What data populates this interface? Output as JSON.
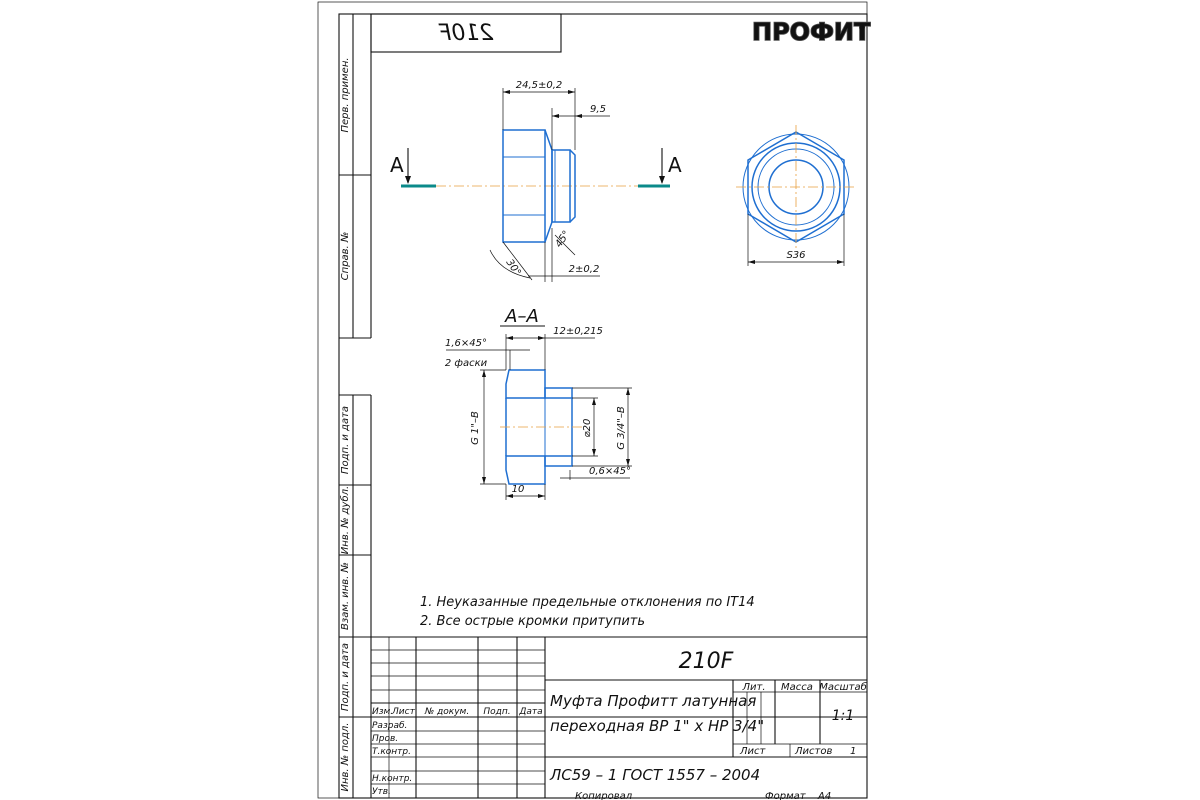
{
  "logo": {
    "text": "ПРОФИТ",
    "registered": "®"
  },
  "mirror_code": "210F",
  "side_columns": [
    "Перв. примен.",
    "Справ. №",
    "Подп. и дата",
    "Инв. № дубл.",
    "Взам. инв. №",
    "Подп. и дата",
    "Инв. № подл."
  ],
  "section_markers": {
    "left": "A",
    "right": "A",
    "section_title": "A–A"
  },
  "dimensions": {
    "top_length": "24,5±0,2",
    "top_thread": "9,5",
    "chamfer_angle_45": "45°",
    "chamfer_angle_30": "30°",
    "top_gap": "2±0,2",
    "hex_size": "S36",
    "section_length": "12±0,215",
    "chamfer_a": "1,6×45°",
    "chamfer_a_note": "2 фаски",
    "thread_g1": "G 1\"–B",
    "bore": "⌀20",
    "thread_g34": "G 3/4\"–B",
    "chamfer_b": "0,6×45°",
    "section_bottom": "10"
  },
  "notes": [
    "1. Неуказанные предельные отклонения по IT14",
    "2. Все острые кромки притупить"
  ],
  "title_block": {
    "designation": "210F",
    "name_line1": "Муфта Профитт латунная",
    "name_line2": "переходная ВР 1\" х НР 3/4\"",
    "material": "ЛС59 – 1 ГОСТ 1557 – 2004",
    "col_lit": "Лит.",
    "col_mass": "Масса",
    "col_scale": "Масштаб",
    "scale_value": "1:1",
    "sheet_label": "Лист",
    "sheets_label": "Листов",
    "sheets_value": "1",
    "header": [
      "Изм.",
      "Лист",
      "№ докум.",
      "Подп.",
      "Дата"
    ],
    "roles": [
      "Разраб.",
      "Пров.",
      "Т.контр.",
      "Н.контр.",
      "Утв."
    ]
  },
  "footer": {
    "copied": "Копировал",
    "format_label": "Формат",
    "format_value": "A4"
  }
}
